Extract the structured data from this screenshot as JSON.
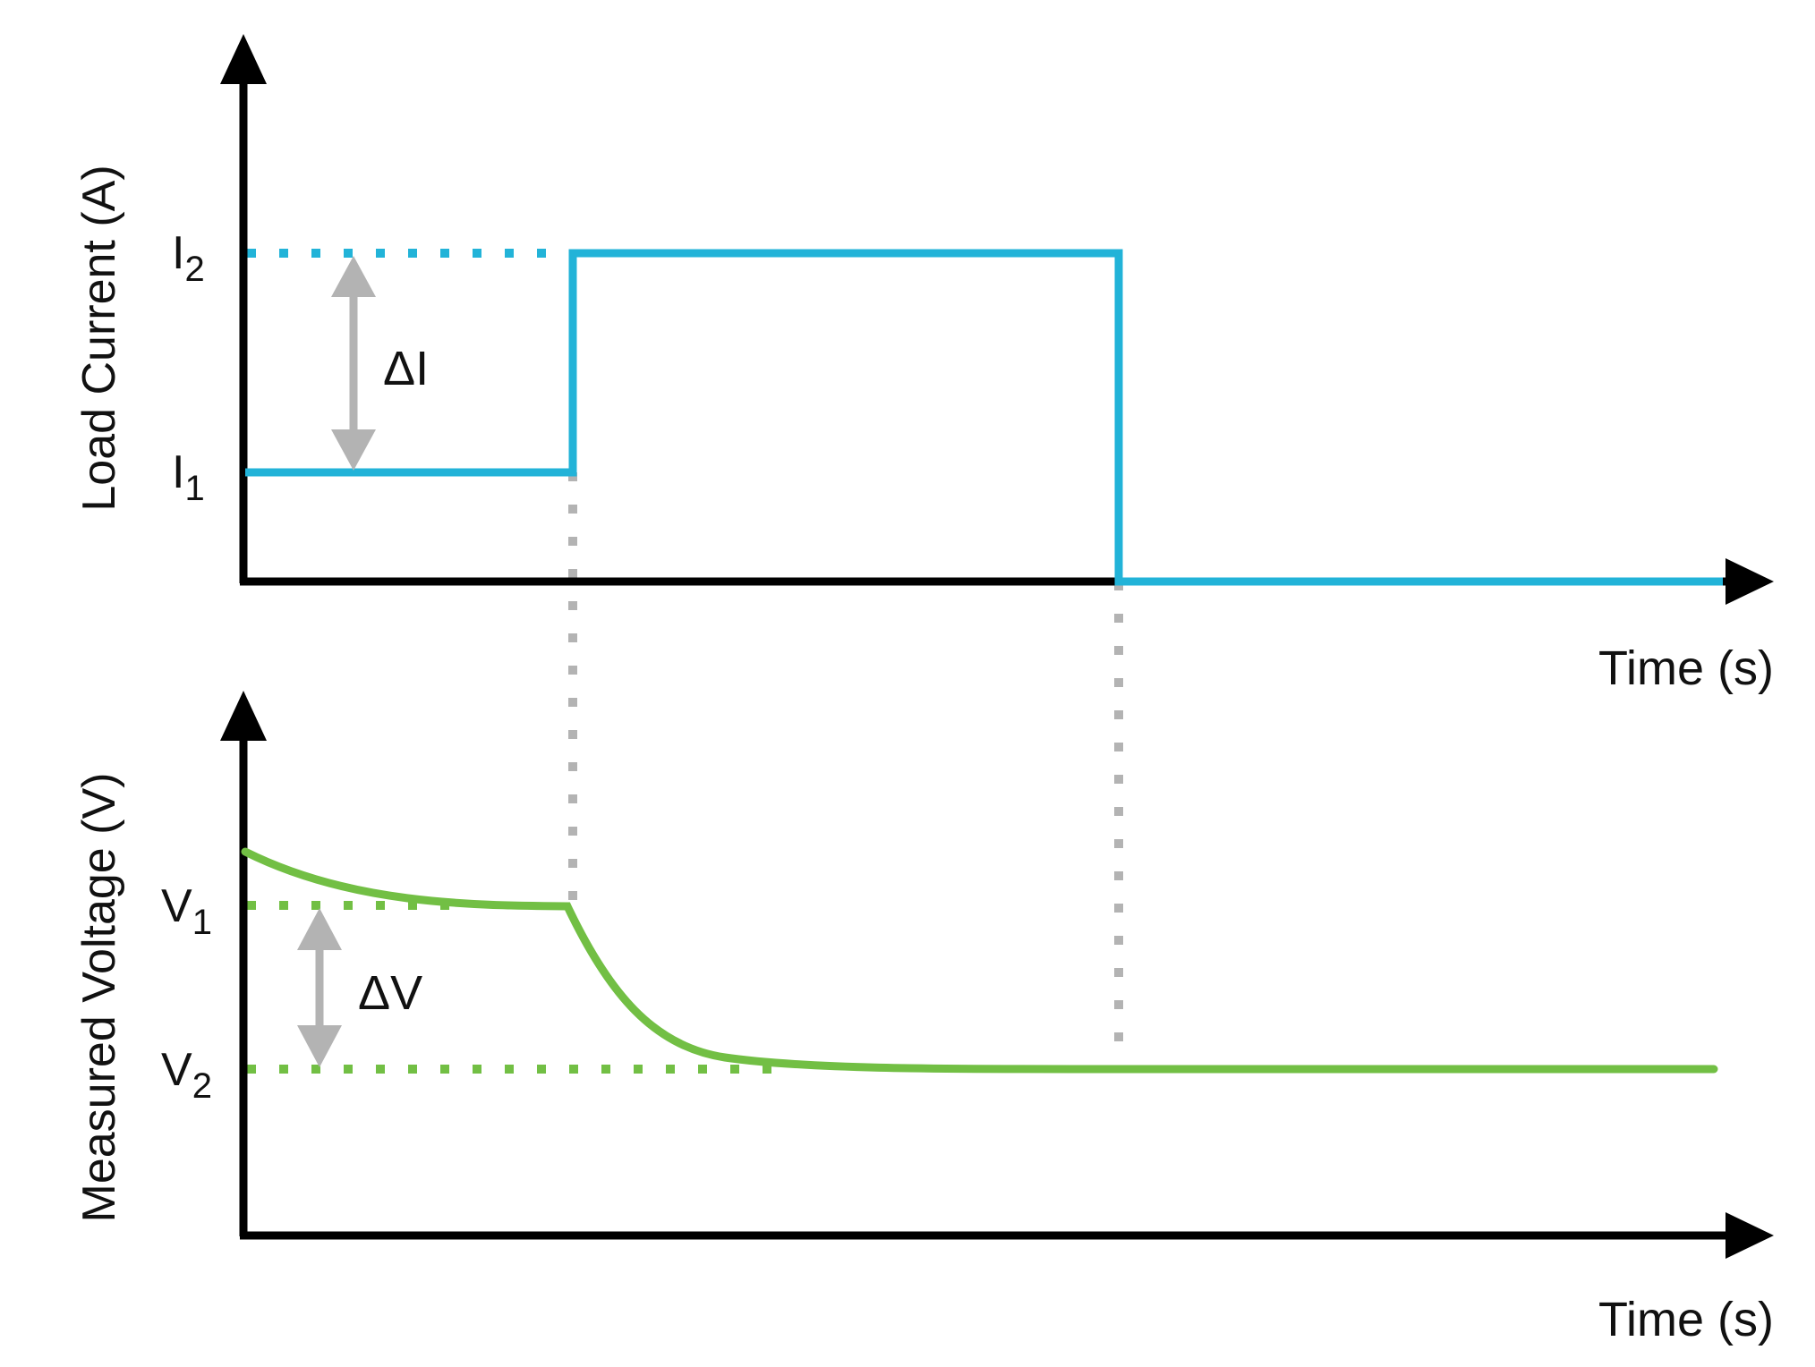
{
  "diagram": {
    "top_panel": {
      "y_axis_label": "Load Current (A)",
      "x_axis_label": "Time (s)",
      "level_high": {
        "base": "I",
        "sub": "2"
      },
      "level_low": {
        "base": "I",
        "sub": "1"
      },
      "delta_label": "ΔI",
      "signal_color": "#22b3d8"
    },
    "bottom_panel": {
      "y_axis_label": "Measured Voltage (V)",
      "x_axis_label": "Time (s)",
      "level_high": {
        "base": "V",
        "sub": "1"
      },
      "level_low": {
        "base": "V",
        "sub": "2"
      },
      "delta_label": "ΔV",
      "signal_color": "#72bf44"
    },
    "axis_color": "#000000",
    "guide_color": "#b3b3b3",
    "arrow_color": "#b3b3b3"
  }
}
